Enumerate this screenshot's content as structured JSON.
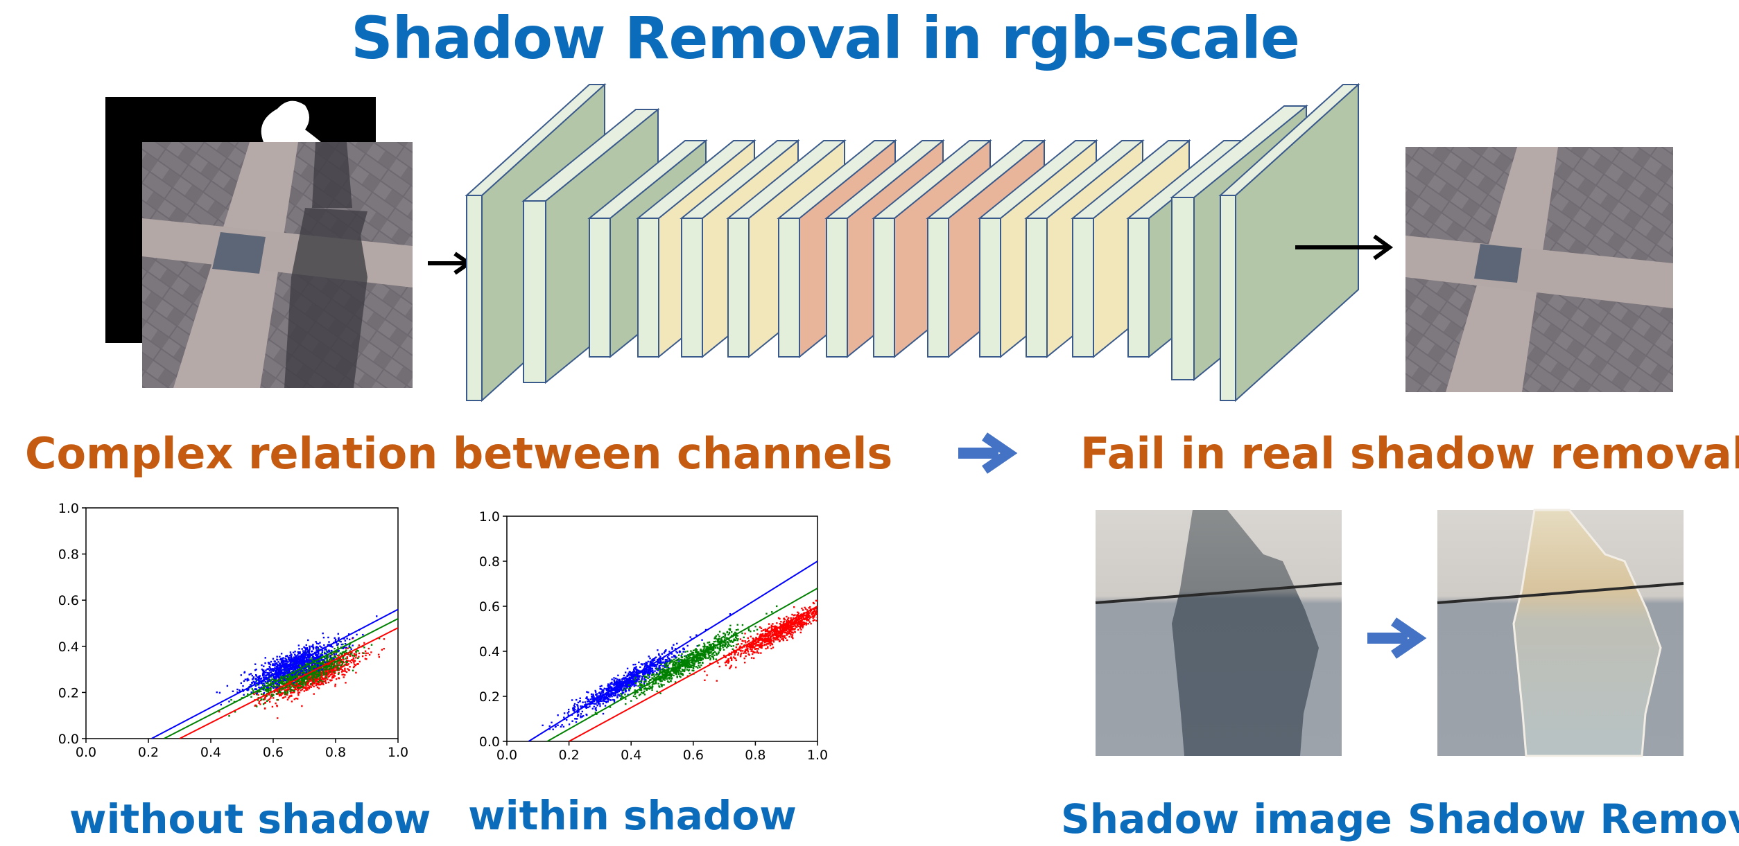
{
  "title": "Shadow Removal in rgb-scale",
  "left_heading": "Complex relation between channels",
  "right_heading": "Fail in real shadow removal",
  "captions": {
    "without_shadow": "without shadow",
    "within_shadow": "within shadow",
    "shadow_image": "Shadow image",
    "shadow_removal": "Shadow Removal"
  },
  "colors": {
    "title_blue": "#0b6cbc",
    "heading_orange": "#c55a11",
    "arrow_blue": "#4472c4",
    "layer_green": "#b3c6a8",
    "layer_cream": "#f2e6bb",
    "layer_peach": "#e8b49a",
    "layer_edge": "#3a5a8c"
  },
  "chart_data": [
    {
      "type": "scatter",
      "caption": "without shadow",
      "xlim": [
        0.0,
        1.0
      ],
      "ylim": [
        0.0,
        1.0
      ],
      "xticks": [
        "0.0",
        "0.2",
        "0.4",
        "0.6",
        "0.8",
        "1.0"
      ],
      "yticks": [
        "0.0",
        "0.2",
        "0.4",
        "0.6",
        "0.8",
        "1.0"
      ],
      "grid": false,
      "series": [
        {
          "color": "blue",
          "cluster_center": [
            0.66,
            0.32
          ],
          "fit_line": [
            [
              0.21,
              0.0
            ],
            [
              1.0,
              0.56
            ]
          ]
        },
        {
          "color": "green",
          "cluster_center": [
            0.7,
            0.29
          ],
          "fit_line": [
            [
              0.25,
              0.0
            ],
            [
              1.0,
              0.52
            ]
          ]
        },
        {
          "color": "red",
          "cluster_center": [
            0.73,
            0.27
          ],
          "fit_line": [
            [
              0.3,
              0.0
            ],
            [
              1.0,
              0.48
            ]
          ]
        }
      ]
    },
    {
      "type": "scatter",
      "caption": "within shadow",
      "xlim": [
        0.0,
        1.0
      ],
      "ylim": [
        0.0,
        1.0
      ],
      "xticks": [
        "0.0",
        "0.2",
        "0.4",
        "0.6",
        "0.8",
        "1.0"
      ],
      "yticks": [
        "0.0",
        "0.2",
        "0.4",
        "0.6",
        "0.8",
        "1.0"
      ],
      "grid": false,
      "series": [
        {
          "color": "blue",
          "cluster_center": [
            0.38,
            0.26
          ],
          "fit_line": [
            [
              0.07,
              0.0
            ],
            [
              1.0,
              0.8
            ]
          ]
        },
        {
          "color": "green",
          "cluster_center": [
            0.58,
            0.35
          ],
          "fit_line": [
            [
              0.13,
              0.0
            ],
            [
              1.0,
              0.68
            ]
          ]
        },
        {
          "color": "red",
          "cluster_center": [
            0.88,
            0.49
          ],
          "fit_line": [
            [
              0.2,
              0.0
            ],
            [
              1.0,
              0.6
            ]
          ]
        }
      ]
    }
  ]
}
